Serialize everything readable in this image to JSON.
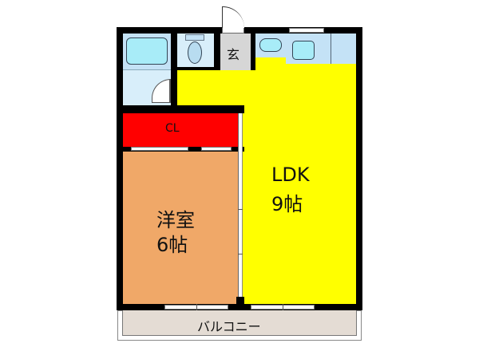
{
  "floorplan": {
    "rooms": {
      "entrance": {
        "label": "玄"
      },
      "closet": {
        "label": "CL"
      },
      "western_room": {
        "label": "洋室",
        "size": "6帖"
      },
      "ldk": {
        "label": "LDK",
        "size": "9帖"
      },
      "balcony": {
        "label": "バルコニー"
      }
    },
    "colors": {
      "wall": "#000000",
      "ldk": "#ffff00",
      "western_room": "#f0a868",
      "closet": "#ff0000",
      "wet_area": "#c8e4f8",
      "fixture": "#a8ecf8",
      "entrance": "#d8d8d8",
      "balcony": "#e4dcd4"
    }
  }
}
